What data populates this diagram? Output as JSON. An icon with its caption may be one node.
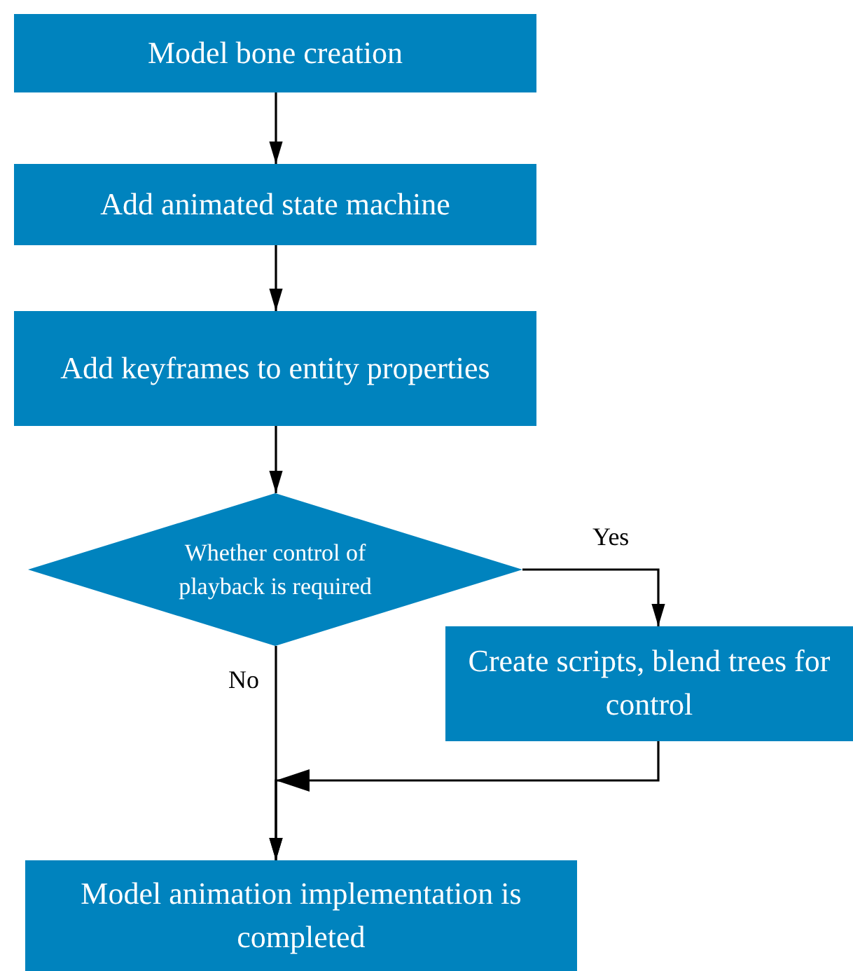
{
  "diagram": {
    "nodes": [
      {
        "text": [
          "Model bone creation"
        ]
      },
      {
        "text": [
          "Add animated state machine"
        ]
      },
      {
        "text": [
          "Add keyframes to entity properties"
        ]
      },
      {
        "text": [
          "Whether control of playback is required"
        ]
      },
      {
        "text": [
          "Create scripts, blend trees for control"
        ]
      },
      {
        "text": [
          "Model animation implementation is completed"
        ]
      }
    ],
    "edges": [
      {
        "from": 0,
        "to": 1,
        "arrow": "to"
      },
      {
        "from": 1,
        "to": 2,
        "arrow": "to"
      },
      {
        "from": 2,
        "to": 3,
        "arrow": "to"
      },
      {
        "from": 3,
        "to": 4,
        "arrow": "to",
        "label": "Yes"
      },
      {
        "from": 3,
        "to": 5,
        "arrow": "to",
        "label": "No"
      },
      {
        "from": 4,
        "to": 5,
        "arrow": "to"
      }
    ]
  }
}
